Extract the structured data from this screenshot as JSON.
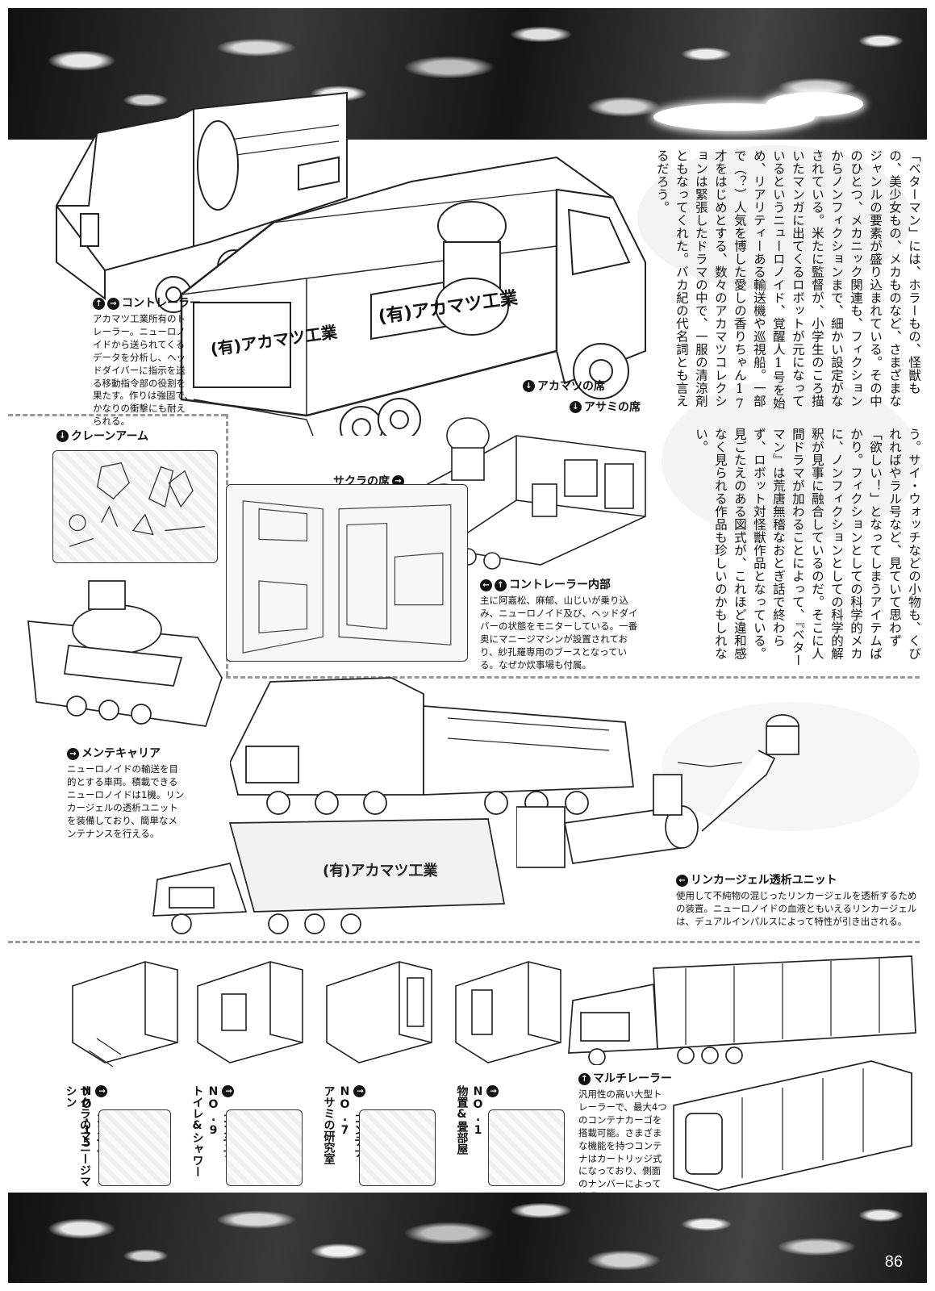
{
  "page": {
    "number": "86"
  },
  "article": {
    "col1": "「ベターマン」には、ホラーもの、怪獣もの、美少女もの、メカものなど、さまざまなジャンルの要素が盛り込まれている。その中のひとつ、メカニック関連も、フィクションからノンフィクションまで、細かい設定がなされている。米たに監督が、小学生のころ描いたマンガに出てくるロボットが元になっているというニューロノイド、覚醒人1号を始め、リアリティーある輸送機や巡視船。一部で（？）人気を博した愛しの香りちゃん17才をはじめとする、数々のアカマツコレクションは緊張したドラマの中で、一服の清涼剤ともなってくれた。バカ紀の代名詞とも言えるだろう。",
    "col2": "う。サイ・ウォッチなどの小物も、くびれればやラル号など、見ていて思わず「欲しい！」となってしまうアイテムばかり。フィクションとしての科学的メカに、ノンフィクションとしての科学的解釈が見事に融合しているのだ。そこに人間ドラマが加わることによって、『ベターマン』は荒唐無稽なおとぎ話で終わらず、ロボット対怪獣作品となっている。見ごたえのある図式が、これほど違和感なく見られる作品も珍しいのかもしれない。"
  },
  "captions": {
    "container_trailer": {
      "title": "コントレーラー",
      "body": "アカマツ工業所有のトレーラー。ニューロノイドから送られてくるデータを分析し、ヘッドダイバーに指示を送る移動指令部の役割を果たす。作りは強固で、かなりの衝撃にも耐えられる。"
    },
    "crane_arm": {
      "title": "クレーンアーム"
    },
    "akamatsu_seat": {
      "title": "アカマツの席"
    },
    "asami_seat": {
      "title": "アサミの席"
    },
    "sakura_seat": {
      "title": "サクラの席"
    },
    "trailer_interior": {
      "title": "コントレーラー内部",
      "body": "主に阿嘉松、麻郁、山じいが乗り込み、ニューロノイド及び、ヘッドダイバーの状態をモニターしている。一番奥にマニージマシンが設置されており、紗孔羅専用のブースとなっている。なぜか炊事場も付属。"
    },
    "maintenance_carrier": {
      "title": "メンテキャリア",
      "body": "ニューロノイドの輸送を目的とする車両。積載できるニューロノイドは1機。リンカージェルの透析ユニットを装備しており、簡単なメンテナンスを行える。"
    },
    "linker_gel_unit": {
      "title": "リンカージェル透析ユニット",
      "body": "使用して不純物の混じったリンカージェルを透析するための装置。ニューロノイドの血液ともいえるリンカージェルは、デュアルインパルスによって特性が引き出される。"
    },
    "multi_trailer": {
      "title": "マルチレーラー",
      "body": "汎用性の高い大型トレーラーで、最大4つのコンテナカーゴを搭載可能。さまざまな機能を持つコンテナはカートリッジ式になっており、側面のナンバーによって管理されている。"
    },
    "containers": [
      {
        "label": "コンテナNO.15",
        "sub": "サクラのマニージマシン"
      },
      {
        "label": "コンテナNO.9",
        "sub": "トイレ&シャワー"
      },
      {
        "label": "コンテナNO.7",
        "sub": "アサミの研究室"
      },
      {
        "label": "コンテナNO.1",
        "sub": "物置&畳部屋"
      }
    ]
  },
  "art_text": {
    "truck_sign": "(有)アカマツ工業",
    "carrier_sign": "(有)アカマツ工業"
  },
  "icons": {
    "arrow_up": "↑",
    "arrow_right": "→",
    "arrow_down": "↓",
    "arrow_left": "←"
  }
}
